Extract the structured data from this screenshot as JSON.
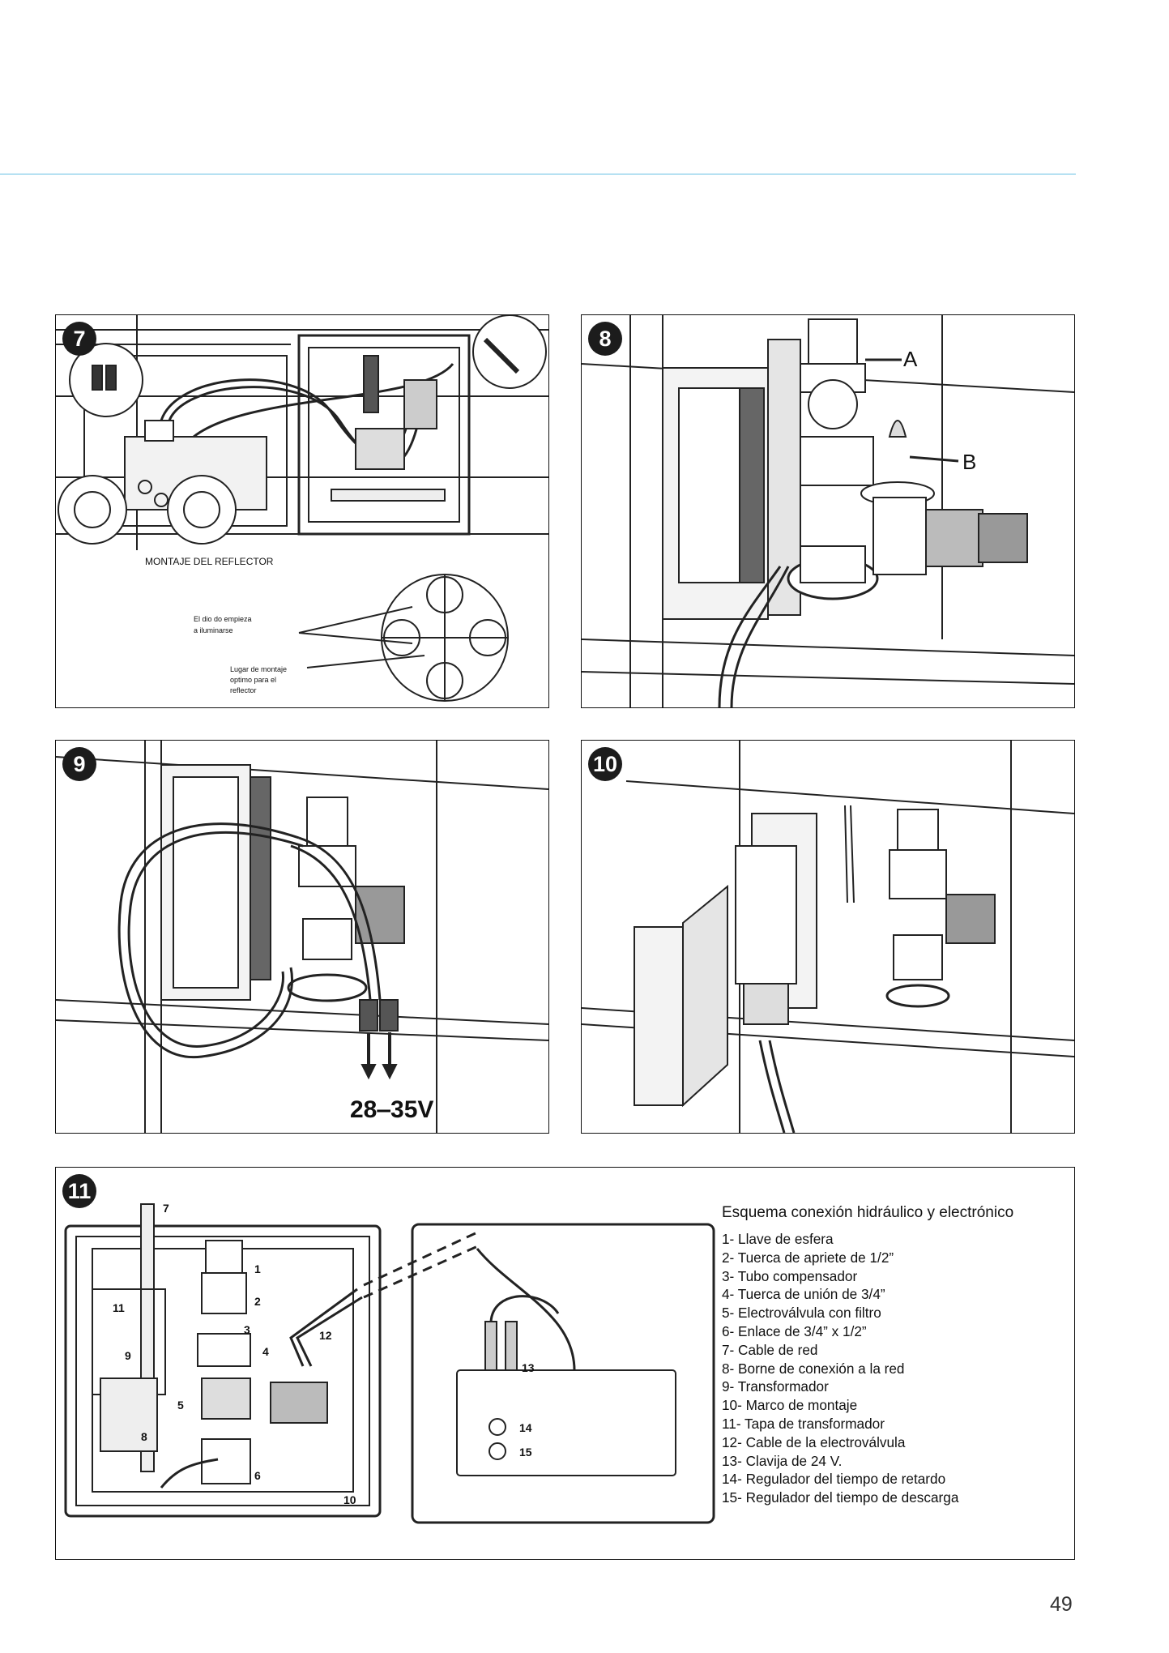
{
  "figures": [
    {
      "number": "7",
      "labels": {
        "title": "MONTAJE DEL REFLECTOR",
        "note_a_line1": "El dio do empieza",
        "note_a_line2": "a iluminarse",
        "note_b_line1": "Lugar de montaje",
        "note_b_line2": "optimo para el",
        "note_b_line3": "reflector"
      }
    },
    {
      "number": "8",
      "labels": {
        "a": "A",
        "b": "B"
      }
    },
    {
      "number": "9",
      "labels": {
        "voltage": "28‒35V"
      }
    },
    {
      "number": "10"
    },
    {
      "number": "11",
      "callouts": [
        "1",
        "2",
        "3",
        "4",
        "5",
        "6",
        "7",
        "8",
        "9",
        "10",
        "11",
        "12",
        "13",
        "14",
        "15"
      ]
    }
  ],
  "legend": {
    "title": "Esquema conexión hidráulico y electrónico",
    "items": [
      "1- Llave de esfera",
      "2- Tuerca de apriete de 1/2”",
      "3- Tubo compensador",
      "4- Tuerca de unión de 3/4”",
      "5- Electroválvula con filtro",
      "6- Enlace de 3/4” x 1/2”",
      "7- Cable de red",
      "8- Borne de conexión a la red",
      "9- Transformador",
      "10- Marco de montaje",
      "11- Tapa de transformador",
      "12- Cable de la electroválvula",
      "13- Clavija de 24 V.",
      "14- Regulador del tiempo de retardo",
      "15- Regulador del tiempo de descarga"
    ]
  },
  "page_number": "49"
}
